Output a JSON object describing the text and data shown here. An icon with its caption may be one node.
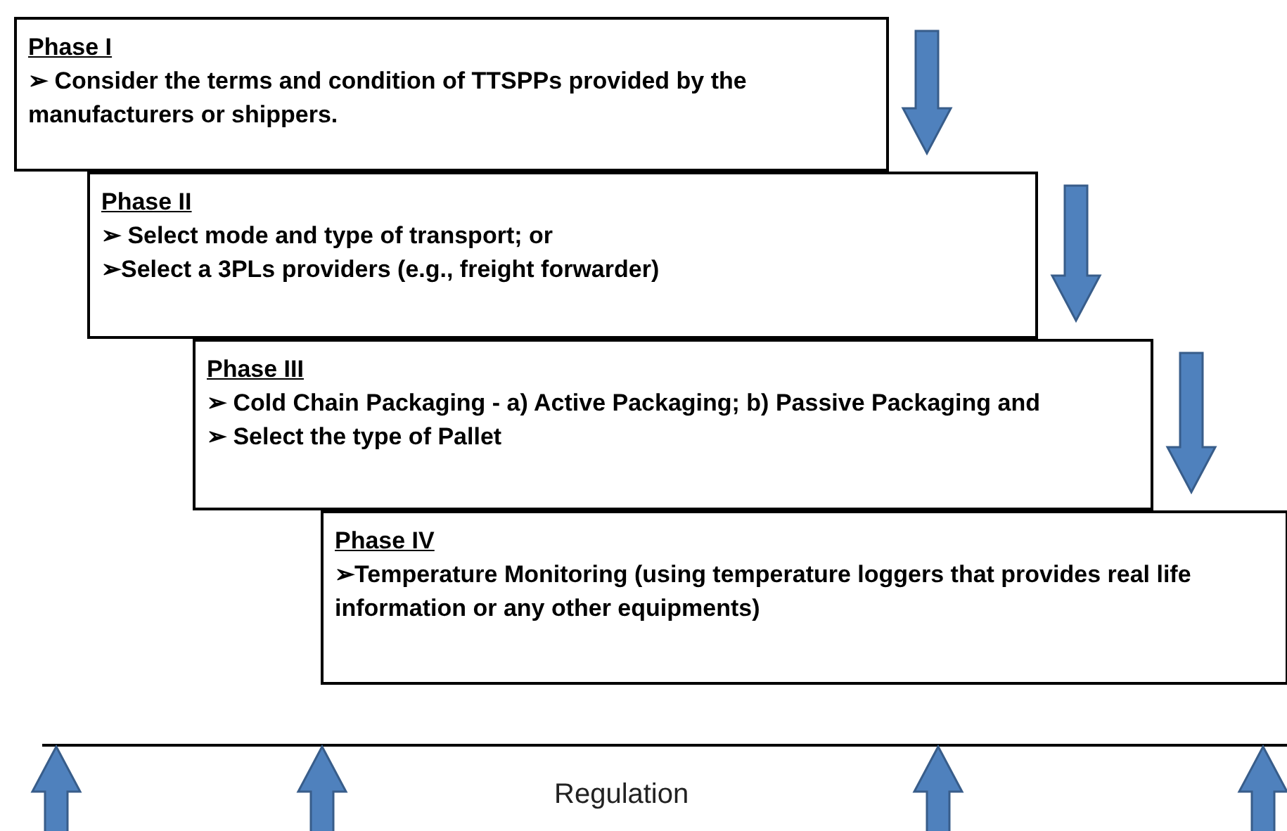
{
  "diagram": {
    "nodes": [
      {
        "text": [
          "Phase I",
          "➢ Consider the terms and condition of TTSPPs provided by the manufacturers or shippers."
        ]
      },
      {
        "text": [
          "Phase II",
          "➢ Select mode and type of transport; or",
          "➢Select a 3PLs providers (e.g., freight forwarder)"
        ]
      },
      {
        "text": [
          "Phase III",
          "➢ Cold Chain Packaging  - a) Active Packaging; b) Passive Packaging and",
          "➢ Select the type of Pallet"
        ]
      },
      {
        "text": [
          "Phase IV",
          "➢Temperature Monitoring  (using temperature loggers that provides real life information or any other equipments)"
        ]
      }
    ],
    "edges": [
      {
        "from": 0,
        "to": 1,
        "arrow": "to"
      },
      {
        "from": 1,
        "to": 2,
        "arrow": "to"
      },
      {
        "from": 2,
        "to": 3,
        "arrow": "to"
      }
    ],
    "labels": [
      "Regulation"
    ]
  }
}
